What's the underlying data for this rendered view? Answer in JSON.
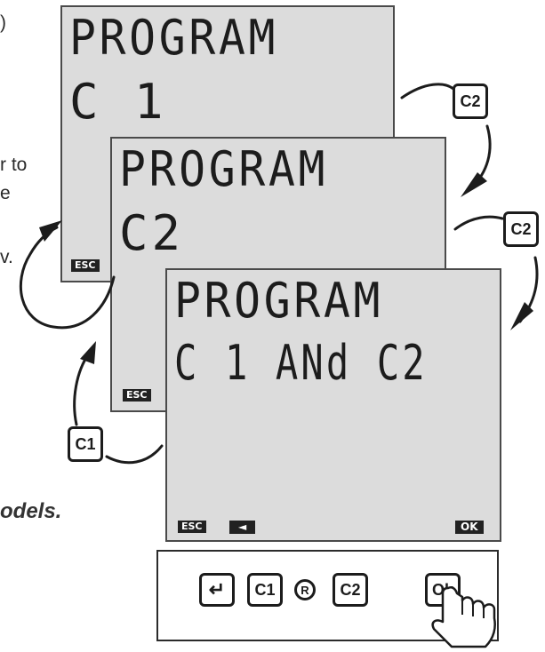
{
  "left_text_fragments": [
    ")",
    "r to",
    "e",
    "v.",
    "odels."
  ],
  "screens": [
    {
      "line1": "PROGRAM",
      "line2": "C 1",
      "esc_label": "ESC"
    },
    {
      "line1": "PROGRAM",
      "line2": "C2",
      "esc_label": "ESC"
    },
    {
      "line1": "PROGRAM",
      "line2": "C 1 ANd C2",
      "esc_label": "ESC",
      "back_label": "◄",
      "ok_label": "OK"
    }
  ],
  "side_buttons": {
    "c2_top": "C2",
    "c2_mid": "C2",
    "c1_left": "C1"
  },
  "keypad": {
    "enter_symbol": "↵",
    "c1_label": "C1",
    "registered_symbol": "R",
    "c2_label": "C2",
    "ok_label": "Ok"
  },
  "icons": {
    "cursor": "pointing-hand-icon"
  },
  "colors": {
    "lcd_background": "#dcdcdc",
    "lcd_border": "#4a4a4a",
    "ink": "#1c1c1c"
  }
}
